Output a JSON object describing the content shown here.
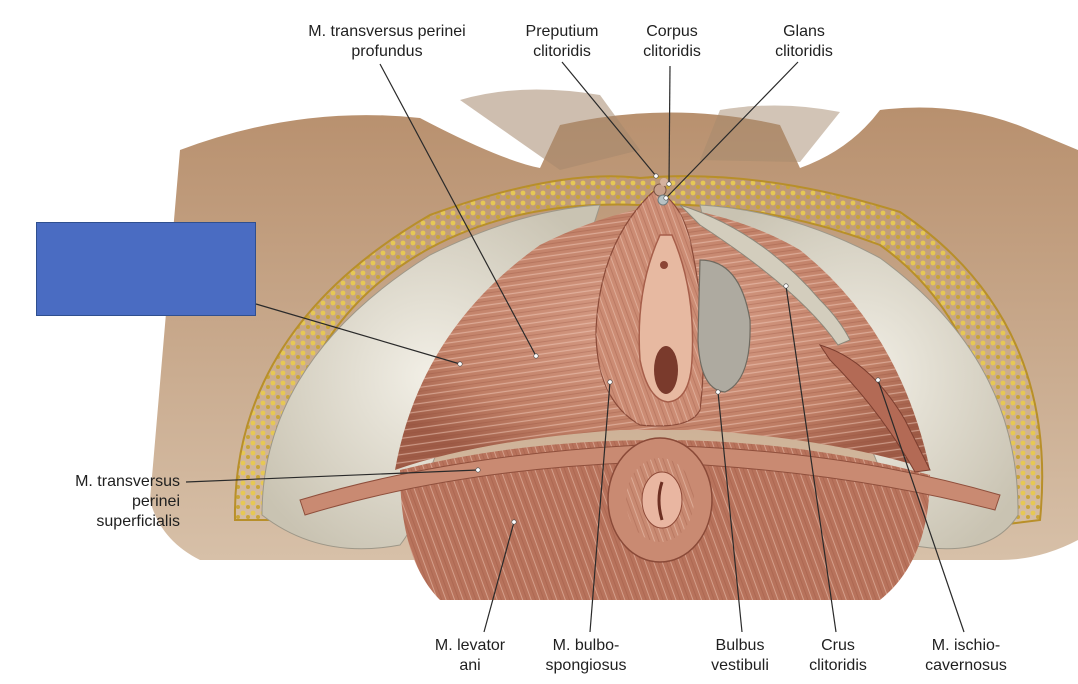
{
  "colors": {
    "skin": "#b88e6a",
    "skin_shadow": "#8c6a4c",
    "fat": "#d8b84a",
    "fascia": "#e9e4d6",
    "muscle": "#c98a72",
    "muscle_dark": "#a9624d",
    "mucosa": "#e7b9a1",
    "redaction_box": "#4a6cc2",
    "leader_line": "#2a2a2a"
  },
  "labels": {
    "transversus_profundus": {
      "line1": "M. transversus perinei",
      "line2": "profundus"
    },
    "preputium": {
      "line1": "Preputium",
      "line2": "clitoridis"
    },
    "corpus": {
      "line1": "Corpus",
      "line2": "clitoridis"
    },
    "glans": {
      "line1": "Glans",
      "line2": "clitoridis"
    },
    "transversus_superficialis": {
      "line1": "M. transversus",
      "line2": "perinei",
      "line3": "superficialis"
    },
    "levator_ani": {
      "line1": "M. levator",
      "line2": "ani"
    },
    "bulbospongiosus": {
      "line1": "M. bulbo-",
      "line2": "spongiosus"
    },
    "bulbus_vestibuli": {
      "line1": "Bulbus",
      "line2": "vestibuli"
    },
    "crus_clitoridis": {
      "line1": "Crus",
      "line2": "clitoridis"
    },
    "ischiocavernosus": {
      "line1": "M. ischio-",
      "line2": "cavernosus"
    }
  }
}
